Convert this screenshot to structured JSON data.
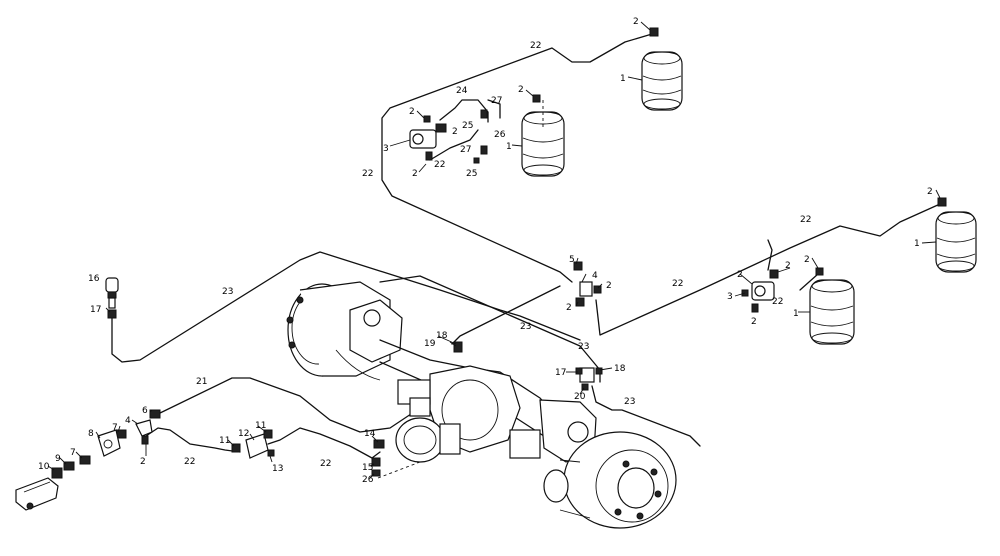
{
  "callouts": [
    {
      "id": "c1",
      "text": "2"
    },
    {
      "id": "c2",
      "text": "1"
    },
    {
      "id": "c3",
      "text": "22"
    },
    {
      "id": "c4",
      "text": "24"
    },
    {
      "id": "c5",
      "text": "27"
    },
    {
      "id": "c6",
      "text": "2"
    },
    {
      "id": "c7",
      "text": "2"
    },
    {
      "id": "c8",
      "text": "25"
    },
    {
      "id": "c9",
      "text": "26"
    },
    {
      "id": "c10",
      "text": "27"
    },
    {
      "id": "c11",
      "text": "3"
    },
    {
      "id": "c12",
      "text": "2"
    },
    {
      "id": "c13",
      "text": "22"
    },
    {
      "id": "c14",
      "text": "2"
    },
    {
      "id": "c15",
      "text": "25"
    },
    {
      "id": "c16",
      "text": "1"
    },
    {
      "id": "c17",
      "text": "22"
    },
    {
      "id": "c18",
      "text": "2"
    },
    {
      "id": "c19",
      "text": "22"
    },
    {
      "id": "c20",
      "text": "1"
    },
    {
      "id": "c21",
      "text": "2"
    },
    {
      "id": "c22",
      "text": "2"
    },
    {
      "id": "c23",
      "text": "22"
    },
    {
      "id": "c24",
      "text": "3"
    },
    {
      "id": "c25",
      "text": "2"
    },
    {
      "id": "c26",
      "text": "22"
    },
    {
      "id": "c27",
      "text": "2"
    },
    {
      "id": "c28",
      "text": "1"
    },
    {
      "id": "c29",
      "text": "5"
    },
    {
      "id": "c30",
      "text": "4"
    },
    {
      "id": "c31",
      "text": "2"
    },
    {
      "id": "c32",
      "text": "2"
    },
    {
      "id": "c33",
      "text": "16"
    },
    {
      "id": "c34",
      "text": "17"
    },
    {
      "id": "c35",
      "text": "23"
    },
    {
      "id": "c36",
      "text": "23"
    },
    {
      "id": "c37",
      "text": "18"
    },
    {
      "id": "c38",
      "text": "19"
    },
    {
      "id": "c39",
      "text": "23"
    },
    {
      "id": "c40",
      "text": "17"
    },
    {
      "id": "c41",
      "text": "18"
    },
    {
      "id": "c42",
      "text": "20"
    },
    {
      "id": "c43",
      "text": "23"
    },
    {
      "id": "c44",
      "text": "21"
    },
    {
      "id": "c45",
      "text": "6"
    },
    {
      "id": "c46",
      "text": "4"
    },
    {
      "id": "c47",
      "text": "7"
    },
    {
      "id": "c48",
      "text": "8"
    },
    {
      "id": "c49",
      "text": "7"
    },
    {
      "id": "c50",
      "text": "9"
    },
    {
      "id": "c51",
      "text": "10"
    },
    {
      "id": "c52",
      "text": "2"
    },
    {
      "id": "c53",
      "text": "22"
    },
    {
      "id": "c54",
      "text": "11"
    },
    {
      "id": "c55",
      "text": "12"
    },
    {
      "id": "c56",
      "text": "11"
    },
    {
      "id": "c57",
      "text": "13"
    },
    {
      "id": "c58",
      "text": "22"
    },
    {
      "id": "c59",
      "text": "14"
    },
    {
      "id": "c60",
      "text": "15"
    },
    {
      "id": "c61",
      "text": "26"
    }
  ]
}
